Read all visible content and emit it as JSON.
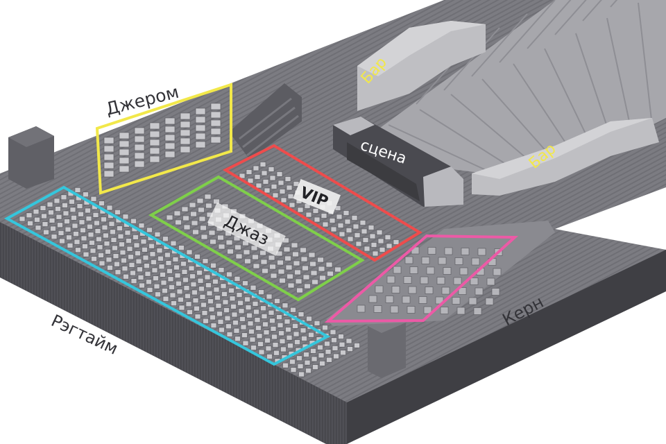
{
  "zones": {
    "jerome": {
      "label": "Джером",
      "color": "#f2e84a"
    },
    "vip": {
      "label": "VIP",
      "color": "#ee4c4c"
    },
    "jazz": {
      "label": "Джаз",
      "color": "#7fcf4a"
    },
    "ragtime": {
      "label": "Рэгтайм",
      "color": "#35c6dc"
    },
    "kern": {
      "label": "Керн",
      "color": "#ec5aa6"
    }
  },
  "stage": {
    "label": "сцена"
  },
  "bars": [
    {
      "label": "Бар",
      "color": "#f2e84a"
    },
    {
      "label": "Бар",
      "color": "#f2e84a"
    }
  ],
  "colors": {
    "floor": "#7c7c82",
    "floor_top": "#8d8d93",
    "wall": "#4f4f55",
    "platform": "#a9a9ae",
    "block": "#bfbfc3",
    "seat": "#c9c9cd",
    "stage_dark": "#3c3c40"
  }
}
